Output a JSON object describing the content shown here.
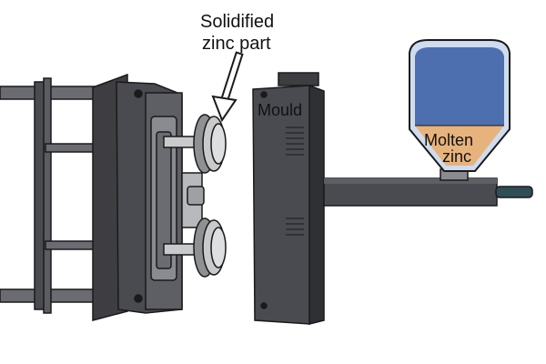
{
  "labels": {
    "solidified_line1": "Solidified",
    "solidified_line2": "zinc part",
    "mould": "Mould",
    "molten_line1": "Molten",
    "molten_line2": "zinc"
  },
  "colors": {
    "outline": "#1a1a1a",
    "metal_dark": "#3e3e42",
    "metal_mid": "#55565b",
    "metal_light": "#8a8b90",
    "part_grey": "#c9cacc",
    "part_dark": "#8f9094",
    "hopper_blue": "#4d6fb0",
    "hopper_glass": "#cfdcef",
    "molten_zinc": "#e7b37d",
    "nozzle_teal": "#2f4d55"
  },
  "icons": {
    "arrow": "arrow-down-left-icon"
  }
}
